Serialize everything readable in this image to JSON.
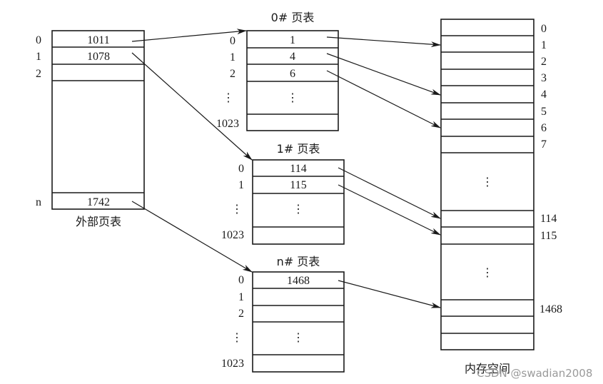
{
  "outer_table": {
    "caption": "外部页表",
    "index_labels": [
      "0",
      "1",
      "2",
      "n"
    ],
    "entries": [
      "1011",
      "1078",
      "",
      "1742"
    ]
  },
  "page_tables": [
    {
      "title": "0# 页表",
      "index_labels": [
        "0",
        "1",
        "2",
        "⋮",
        "1023"
      ],
      "entries": [
        "1",
        "4",
        "6",
        "⋮",
        ""
      ]
    },
    {
      "title": "1# 页表",
      "index_labels": [
        "0",
        "1",
        "⋮",
        "1023"
      ],
      "entries": [
        "114",
        "115",
        "⋮",
        ""
      ]
    },
    {
      "title": "n# 页表",
      "index_labels": [
        "0",
        "1",
        "2",
        "⋮",
        "1023"
      ],
      "entries": [
        "1468",
        "",
        "",
        "⋮",
        ""
      ]
    }
  ],
  "memory": {
    "caption": "内存空间",
    "frame_labels": [
      "0",
      "1",
      "2",
      "3",
      "4",
      "5",
      "6",
      "7",
      "114",
      "115",
      "1468"
    ],
    "ellipsis": "⋮"
  },
  "arrows": [
    {
      "from": "outer_table[0]=1011",
      "to": "0# 页表"
    },
    {
      "from": "outer_table[1]=1078",
      "to": "1# 页表"
    },
    {
      "from": "outer_table[n]=1742",
      "to": "n# 页表"
    },
    {
      "from": "0# 页表[0]=1",
      "to": "memory frame 1"
    },
    {
      "from": "0# 页表[1]=4",
      "to": "memory frame 4"
    },
    {
      "from": "0# 页表[2]=6",
      "to": "memory frame 6"
    },
    {
      "from": "1# 页表[0]=114",
      "to": "memory frame 114"
    },
    {
      "from": "1# 页表[1]=115",
      "to": "memory frame 115"
    },
    {
      "from": "n# 页表[0]=1468",
      "to": "memory frame 1468"
    }
  ],
  "watermark": "CSDN @swadian2008"
}
